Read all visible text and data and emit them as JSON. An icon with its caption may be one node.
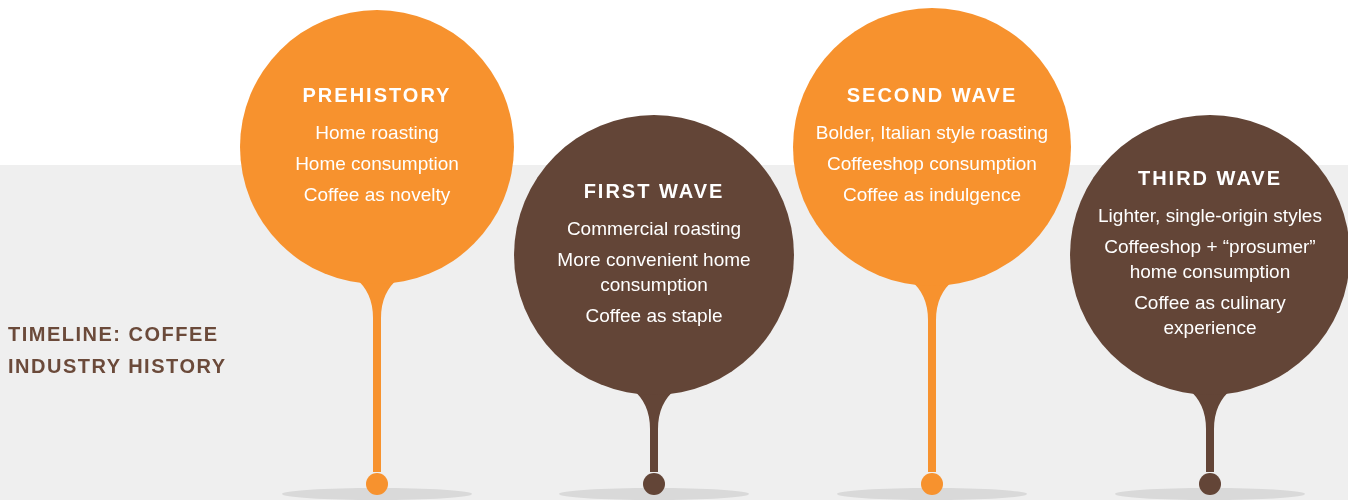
{
  "diagram": {
    "title": "TIMELINE: COFFEE INDUSTRY HISTORY",
    "nodes": [
      {
        "text": [
          "PREHISTORY",
          "Home roasting",
          "Home consumption",
          "Coffee as novelty"
        ]
      },
      {
        "text": [
          "FIRST WAVE",
          "Commercial roasting",
          "More convenient home consumption",
          "Coffee as staple"
        ]
      },
      {
        "text": [
          "SECOND WAVE",
          "Bolder, Italian style roasting",
          "Coffeeshop consumption",
          "Coffee as indulgence"
        ]
      },
      {
        "text": [
          "THIRD WAVE",
          "Lighter, single-origin styles",
          "Coffeeshop + “prosumer” home consumption",
          "Coffee as culinary experience"
        ]
      }
    ],
    "edges": []
  }
}
